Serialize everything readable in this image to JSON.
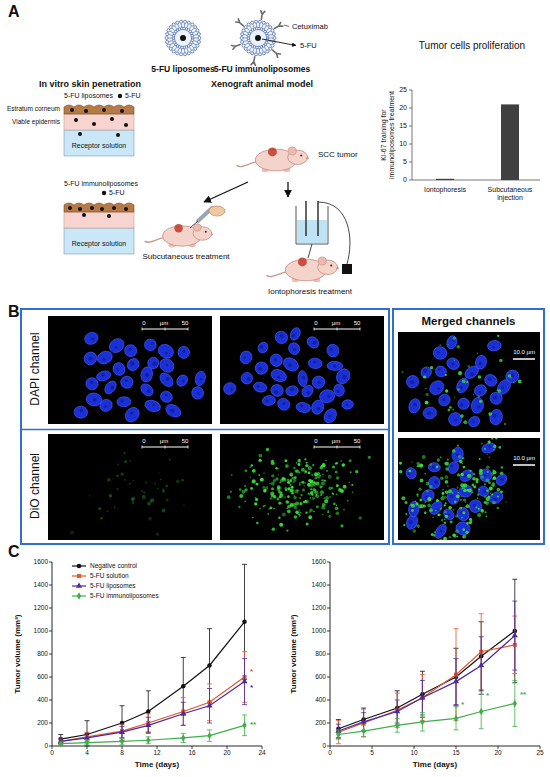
{
  "diagram": {
    "nodes": [
      {
        "text": [
          "SCC tumor"
        ]
      },
      {
        "text": [
          "Subcutaneous treatment"
        ]
      },
      {
        "text": [
          "Iontophoresis treatment"
        ]
      },
      {
        "text": [
          "DAPI channel",
          "DiO channel"
        ]
      },
      {
        "text": [
          "Merged channels"
        ]
      }
    ],
    "edges": [
      {
        "from": 0,
        "to": 1,
        "arrow": "to"
      },
      {
        "from": 0,
        "to": 2,
        "arrow": "to"
      }
    ],
    "labels": [
      "A",
      "5-FU liposomes",
      "5-FU immunoliposomes",
      "Cetuximab",
      "5-FU",
      "In vitro skin penetration",
      "Xenograft animal model",
      "Tumor cells proliferation",
      "5-FU liposomes",
      "5-FU",
      "Estratum corneum",
      "Viable epidermis",
      "Receptor solution",
      "5-FU immunoliposomes",
      "5-FU",
      "Receptor solution",
      "Ki-67 training for immunoliposomes treatment",
      "0",
      "5",
      "10",
      "15",
      "20",
      "25",
      "Iontophoresis",
      "Subcutaneous injection",
      "B",
      "0",
      "µm",
      "50",
      "0",
      "µm",
      "50",
      "0",
      "µm",
      "50",
      "0",
      "µm",
      "50",
      "10.0 µm",
      "10.0 µm",
      "C",
      "0",
      "200",
      "400",
      "600",
      "800",
      "1000",
      "1200",
      "1400",
      "1600",
      "0",
      "4",
      "8",
      "12",
      "16",
      "20",
      "24",
      "Time (days)",
      "Tumor volume (mm³)",
      "0",
      "200",
      "400",
      "600",
      "800",
      "1000",
      "1200",
      "1400",
      "1600",
      "0",
      "5",
      "10",
      "15",
      "20",
      "25",
      "Time (days)",
      "Tumor volume (mm³)",
      "*",
      "*",
      "**",
      "*",
      "*",
      "**"
    ],
    "legend": [
      {
        "text": "Negative control"
      },
      {
        "text": "5-FU solution"
      },
      {
        "text": "5-FU liposomes"
      },
      {
        "text": "5-FU immunoliposomes"
      }
    ]
  }
}
